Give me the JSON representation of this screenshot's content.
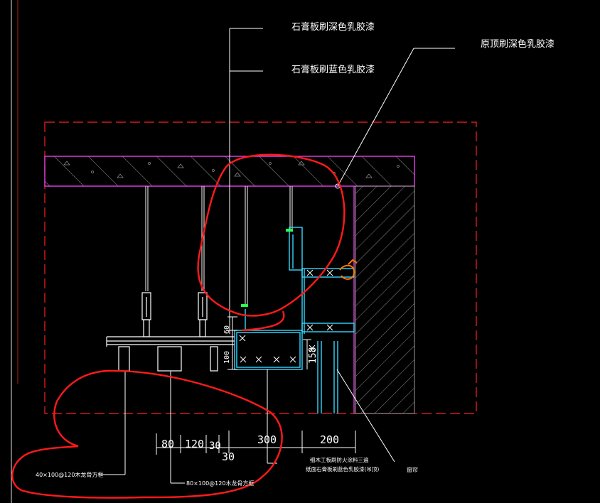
{
  "labels": {
    "callout_1": "石膏板刷深色乳胶漆",
    "callout_2": "石膏板刷蓝色乳胶漆",
    "callout_3": "原顶刷深色乳胶漆",
    "note_1": "40×100@120木龙骨方框",
    "note_2": "80×100@120木龙骨方框",
    "note_3": "细木工板刷防火涂料三遍",
    "note_4": "纸面石膏板刷蓝色乳胶漆(吊顶)",
    "note_5": "窗帘"
  },
  "dimensions": {
    "d80": "80",
    "d120": "120",
    "d30a": "30",
    "d30b": "30",
    "d300": "300",
    "d200": "200",
    "d158": "158",
    "d100": "100",
    "d60": "60"
  },
  "colors": {
    "background": "#000000",
    "frame_red": "#ff2020",
    "slab_magenta": "#ff40ff",
    "markup_red": "#ff1a1a",
    "markup_orange": "#ff7a00",
    "cyan": "#36d6ff",
    "white": "#ffffff",
    "green": "#28ff50"
  }
}
